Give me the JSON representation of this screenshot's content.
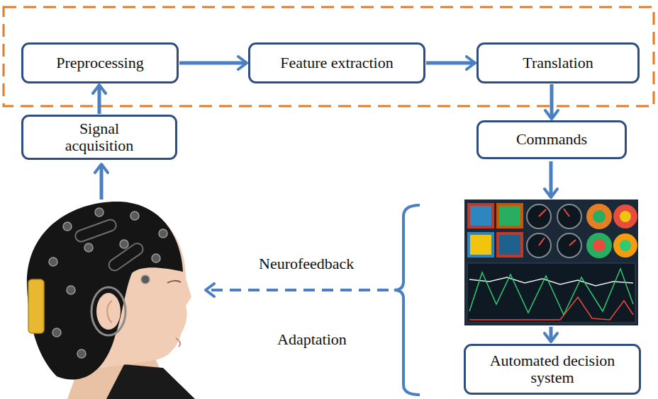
{
  "diagram": {
    "nodes": [
      {
        "text": [
          "Preprocessing"
        ]
      },
      {
        "text": [
          "Feature extraction"
        ]
      },
      {
        "text": [
          "Translation"
        ]
      },
      {
        "text": [
          "Signal acquisition"
        ]
      },
      {
        "text": [
          "Commands"
        ]
      },
      {
        "text": [
          "Automated decision system"
        ]
      }
    ],
    "edges": [
      {
        "from": 3,
        "to": 0,
        "arrow": "to"
      },
      {
        "from": 0,
        "to": 1,
        "arrow": "to"
      },
      {
        "from": 1,
        "to": 2,
        "arrow": "to"
      },
      {
        "from": 2,
        "to": 4,
        "arrow": "to"
      }
    ],
    "labels": [
      "Neurofeedback",
      "Adaptation"
    ]
  }
}
